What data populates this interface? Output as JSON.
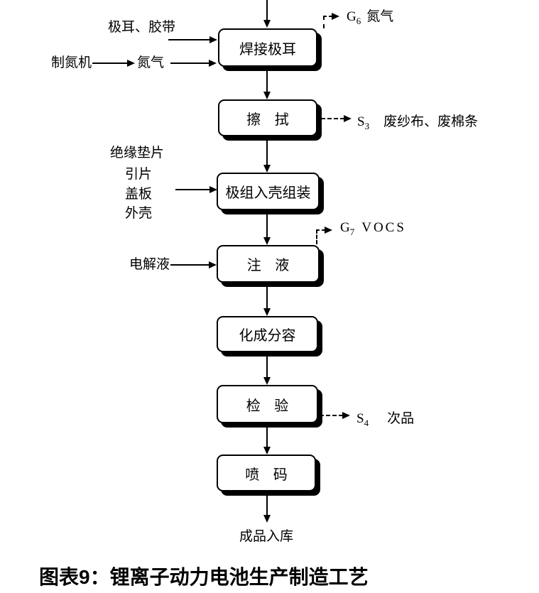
{
  "diagram": {
    "caption": "图表9：锂离子动力电池生产制造工艺",
    "end_label": "成品入库",
    "colors": {
      "line": "#000000",
      "background": "#ffffff",
      "box_fill": "#ffffff"
    },
    "nodes": [
      {
        "label": "焊接极耳"
      },
      {
        "label": "擦 拭"
      },
      {
        "label": "极组入壳组装"
      },
      {
        "label": "注 液"
      },
      {
        "label": "化成分容"
      },
      {
        "label": "检 验"
      },
      {
        "label": "喷 码"
      }
    ],
    "inputs": {
      "tab_tape": "极耳、胶带",
      "nitrogen_generator": "制氮机",
      "nitrogen_gas": "氮气",
      "insulating_gasket": "绝缘垫片",
      "lead_tab": "引片",
      "cover_plate": "盖板",
      "outer_shell": "外壳",
      "electrolyte": "电解液"
    },
    "emissions": {
      "g6": {
        "code": "G",
        "sub": "6",
        "label": "氮气"
      },
      "s3": {
        "code": "S",
        "sub": "3",
        "label": "废纱布、废棉条"
      },
      "g7": {
        "code": "G",
        "sub": "7",
        "label": "VOCS"
      },
      "s4": {
        "code": "S",
        "sub": "4",
        "label": "次品"
      }
    }
  }
}
